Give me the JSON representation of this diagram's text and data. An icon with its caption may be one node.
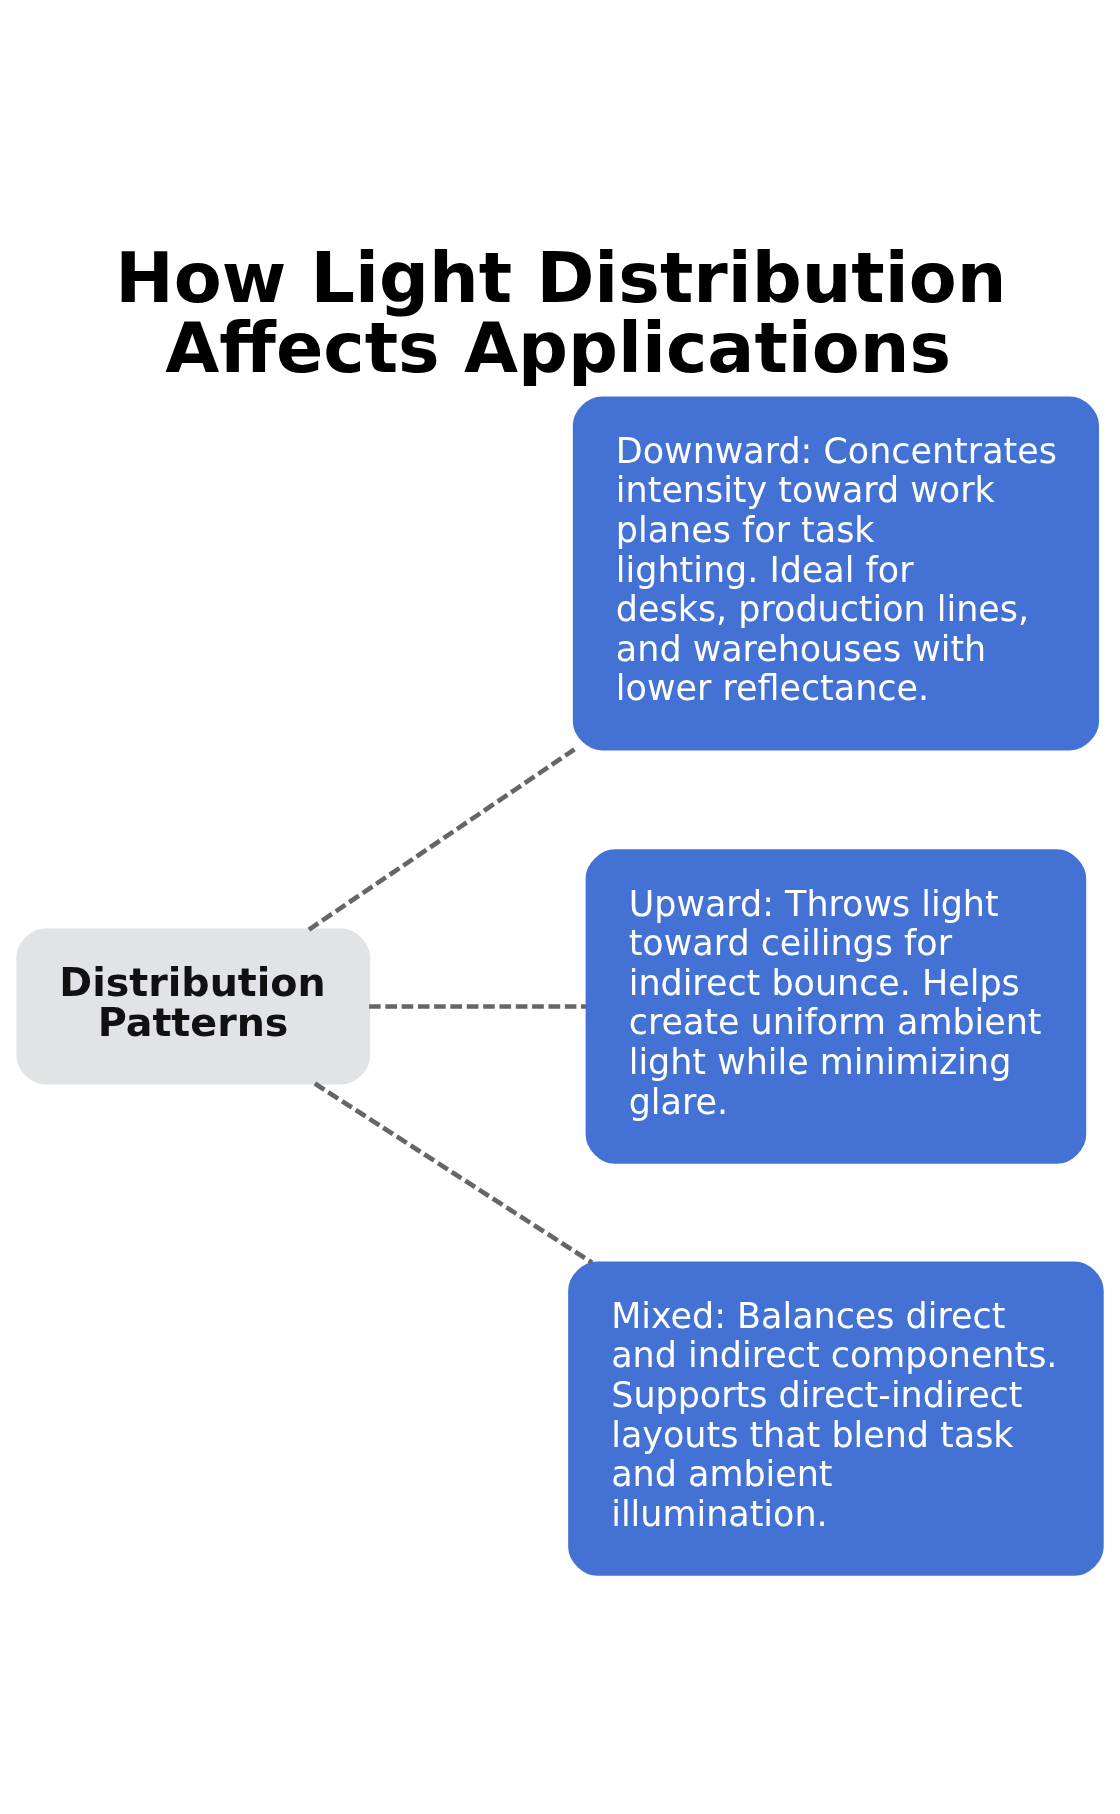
{
  "diagram": {
    "title": "How Light Distribution Affects Applications",
    "nodes": [
      {
        "text": [
          "Distribution Patterns"
        ]
      },
      {
        "text": [
          "Downward: Concentrates intensity toward work planes for task lighting. Ideal for desks, production lines, and warehouses with lower reflectance."
        ]
      },
      {
        "text": [
          "Upward: Throws light toward ceilings for indirect bounce. Helps create uniform ambient light while minimizing glare."
        ]
      },
      {
        "text": [
          "Mixed: Balances direct and indirect components. Supports direct-indirect layouts that blend task and ambient illumination."
        ]
      }
    ],
    "edges": [
      {
        "from": 0,
        "to": 1,
        "arrow": "none",
        "style": "dashed"
      },
      {
        "from": 0,
        "to": 2,
        "arrow": "none",
        "style": "dashed"
      },
      {
        "from": 0,
        "to": 3,
        "arrow": "none",
        "style": "dashed"
      }
    ]
  }
}
